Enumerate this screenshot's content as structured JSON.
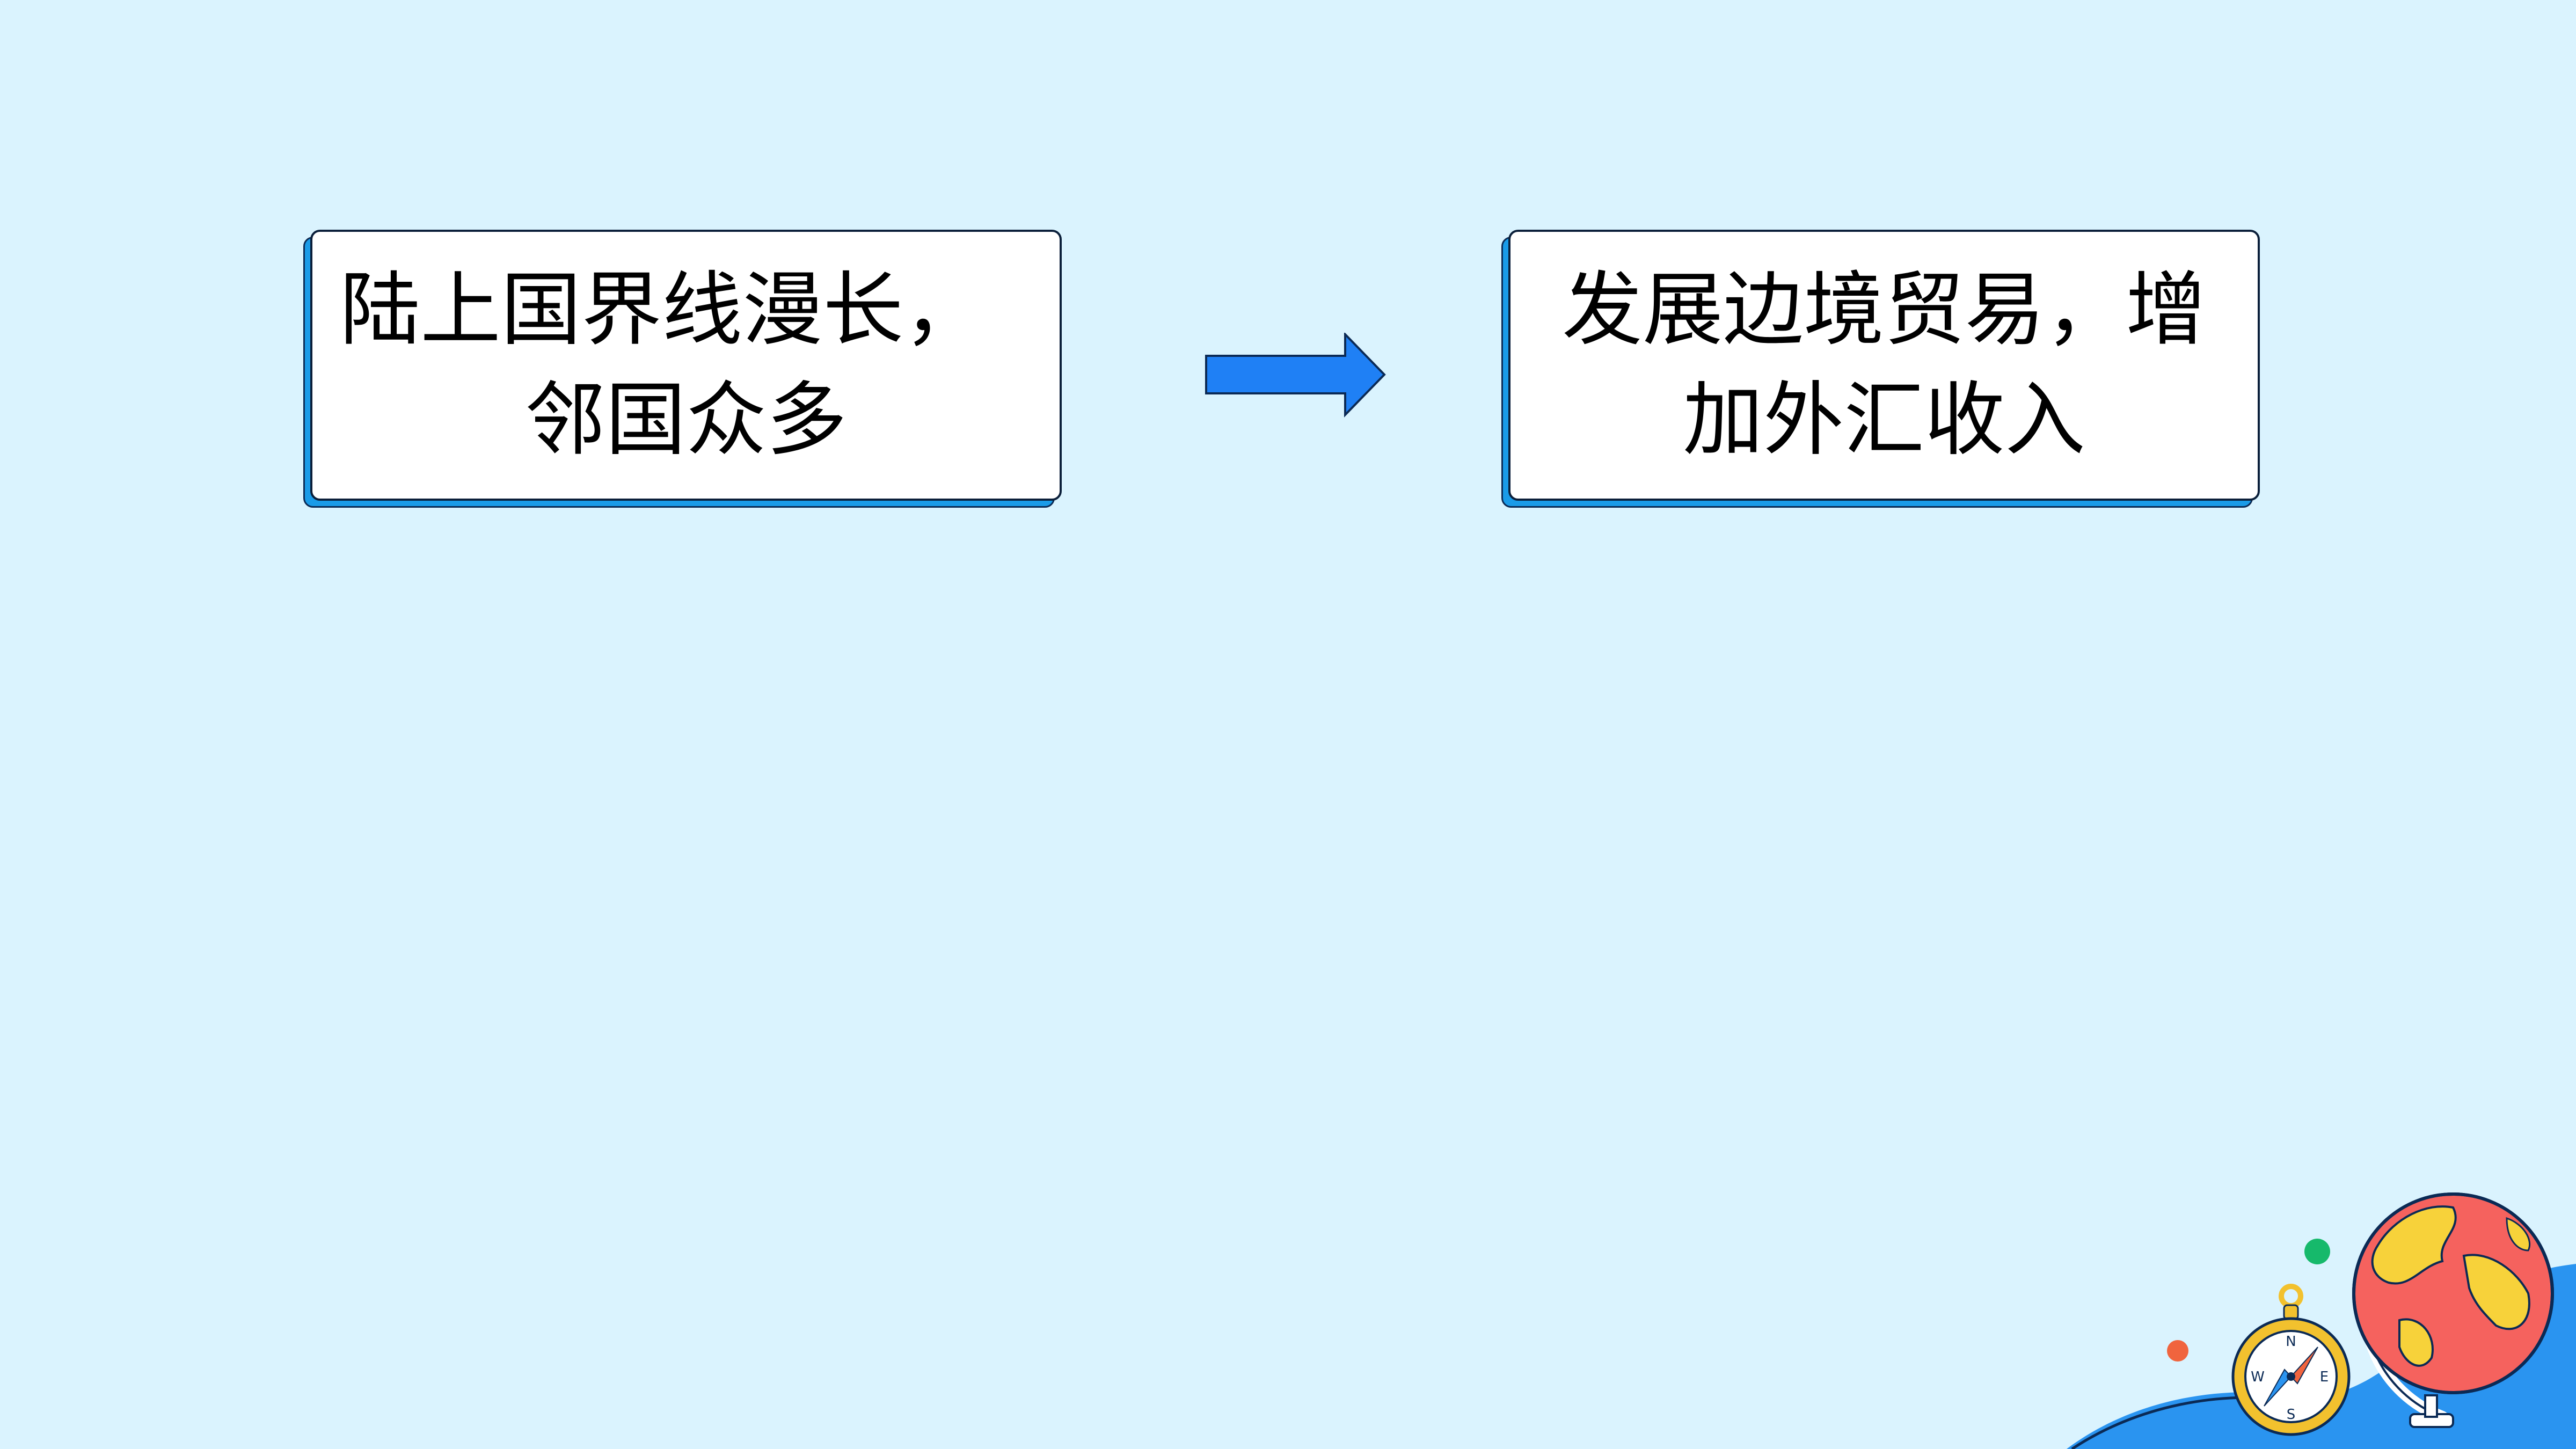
{
  "diagram": {
    "cause": {
      "line1": "陆上国界线漫长，",
      "line2": "邻国众多"
    },
    "effect": {
      "line1": "发展边境贸易，增",
      "line2": "加外汇收入"
    }
  },
  "decoration": {
    "compass_letters": {
      "n": "N",
      "e": "E",
      "s": "S",
      "w": "W"
    }
  },
  "colors": {
    "background": "#daf3fe",
    "box_shadow": "#1a9be8",
    "arrow": "#1f80f5",
    "globe_ocean": "#f5625e",
    "globe_land": "#f7d23a",
    "wave": "#2a94f0"
  }
}
